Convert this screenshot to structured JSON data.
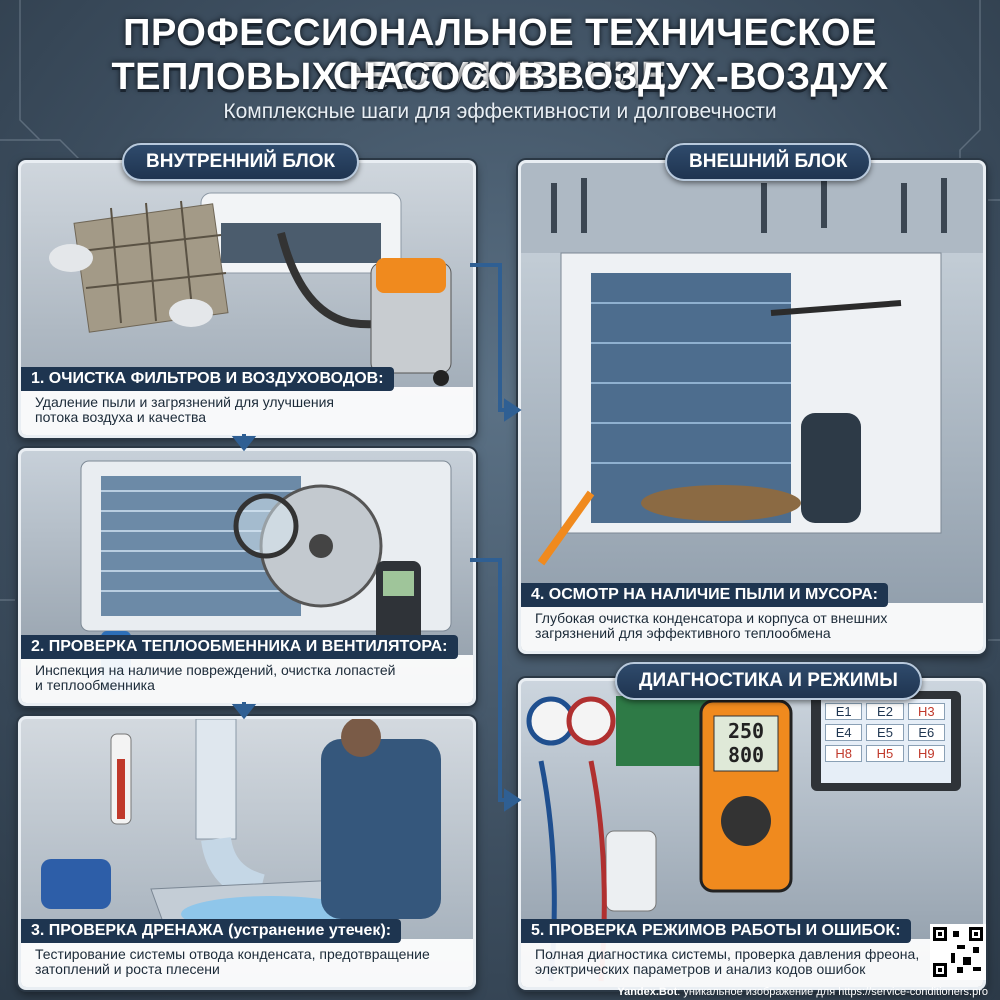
{
  "header": {
    "title_line1": "ПРОФЕССИОНАЛЬНОЕ ТЕХНИЧЕСКОЕ ОБСЛУЖИВАНИЕ",
    "title_line2": "ТЕПЛОВЫХ НАСОСОВ ВОЗДУХ-ВОЗДУХ",
    "subtitle": "Комплексные шаги для эффективности и долговечности"
  },
  "sections": {
    "indoor": "ВНУТРЕННИЙ БЛОК",
    "outdoor": "ВНЕШНИЙ БЛОК",
    "diagnostics": "ДИАГНОСТИКА И РЕЖИМЫ"
  },
  "steps": [
    {
      "title": "1. ОЧИСТКА ФИЛЬТРОВ И ВОЗДУХОВОДОВ:",
      "desc1": "Удаление пыли и загрязнений для улучшения",
      "desc2": "потока воздуха и качества"
    },
    {
      "title": "2. ПРОВЕРКА ТЕПЛООБМЕННИКА И ВЕНТИЛЯТОРА:",
      "desc1": "Инспекция на наличие повреждений, очистка лопастей",
      "desc2": "и теплообменника"
    },
    {
      "title": "3. ПРОВЕРКА ДРЕНАЖА (устранение утечек):",
      "desc1": "Тестирование системы отвода конденсата, предотвращение",
      "desc2": "затоплений и роста плесени"
    },
    {
      "title": "4. ОСМОТР НА НАЛИЧИЕ ПЫЛИ И МУСОРА:",
      "desc1": "Глубокая очистка конденсатора и корпуса от внешних",
      "desc2": "загрязнений для эффективного теплообмена"
    },
    {
      "title": "5. ПРОВЕРКА РЕЖИМОВ РАБОТЫ И ОШИБОК:",
      "desc1": "Полная диагностика системы, проверка давления фреона,",
      "desc2": "электрических параметров и анализ кодов ошибок"
    }
  ],
  "multimeter": {
    "line1": "250",
    "line2": "800"
  },
  "error_codes": [
    "E1",
    "E2",
    "H3",
    "E4",
    "E5",
    "E6",
    "H8",
    "H5",
    "H9"
  ],
  "footer": {
    "brand": "Yandex.Bot",
    "text": ": уникальное изображение для https://service-conditioners.pro"
  },
  "colors": {
    "accent": "#1e3550",
    "background": "#3f5163",
    "orange": "#f08a1e"
  }
}
